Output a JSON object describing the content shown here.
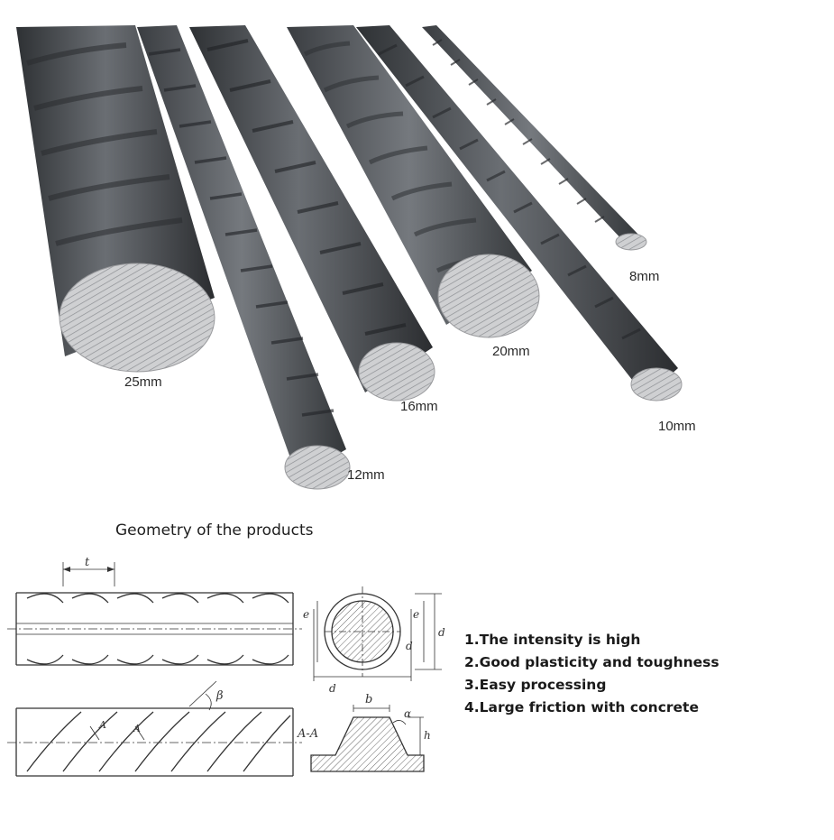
{
  "bar_labels": {
    "d25": "25mm",
    "d12": "12mm",
    "d16": "16mm",
    "d20": "20mm",
    "d10": "10mm",
    "d8": "8mm"
  },
  "heading": "Geometry of the products",
  "diagram_labels": {
    "t": "t",
    "beta": "β",
    "a1": "A",
    "a2": "A",
    "e1a": "e",
    "e1b": "e",
    "d1": "d",
    "d2": "d",
    "d_inner": "d",
    "section": "A-A",
    "b": "b",
    "alpha": "α",
    "h": "h"
  },
  "features": [
    "1.The intensity is high",
    "2.Good plasticity and toughness",
    "3.Easy processing",
    "4.Large friction with concrete"
  ],
  "colors": {
    "steel_dark": "#3b3e42",
    "steel_mid": "#5d6166",
    "cut_face": "#c9cacc",
    "diagram_ink": "#333333"
  }
}
